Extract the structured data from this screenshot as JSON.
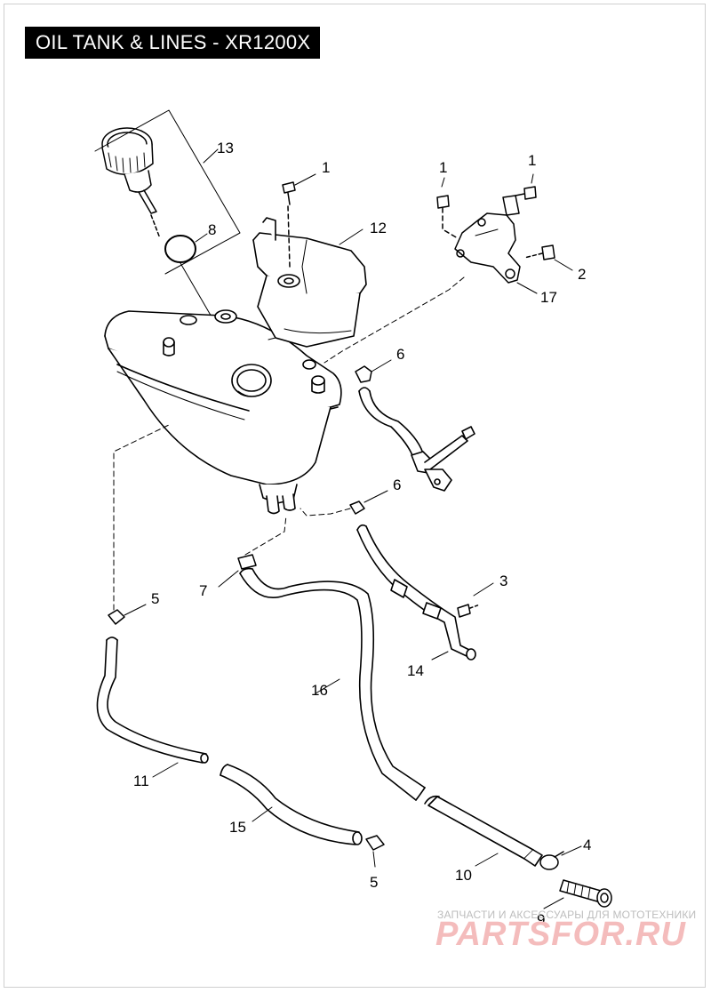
{
  "title": "OIL TANK & LINES - XR1200X",
  "callouts": [
    {
      "id": "c13",
      "label": "13"
    },
    {
      "id": "c8",
      "label": "8"
    },
    {
      "id": "c1a",
      "label": "1"
    },
    {
      "id": "c12",
      "label": "12"
    },
    {
      "id": "c1b",
      "label": "1"
    },
    {
      "id": "c1c",
      "label": "1"
    },
    {
      "id": "c2",
      "label": "2"
    },
    {
      "id": "c17",
      "label": "17"
    },
    {
      "id": "c6a",
      "label": "6"
    },
    {
      "id": "c6b",
      "label": "6"
    },
    {
      "id": "c5a",
      "label": "5"
    },
    {
      "id": "c7",
      "label": "7"
    },
    {
      "id": "c3",
      "label": "3"
    },
    {
      "id": "c14",
      "label": "14"
    },
    {
      "id": "c16",
      "label": "16"
    },
    {
      "id": "c11",
      "label": "11"
    },
    {
      "id": "c15",
      "label": "15"
    },
    {
      "id": "c5b",
      "label": "5"
    },
    {
      "id": "c10",
      "label": "10"
    },
    {
      "id": "c4",
      "label": "4"
    },
    {
      "id": "c9",
      "label": "9"
    }
  ],
  "watermark": {
    "tagline": "ЗАПЧАСТИ И АКСЕССУАРЫ ДЛЯ МОТОТЕХНИКИ",
    "logo": "PARTSFOR.RU"
  }
}
